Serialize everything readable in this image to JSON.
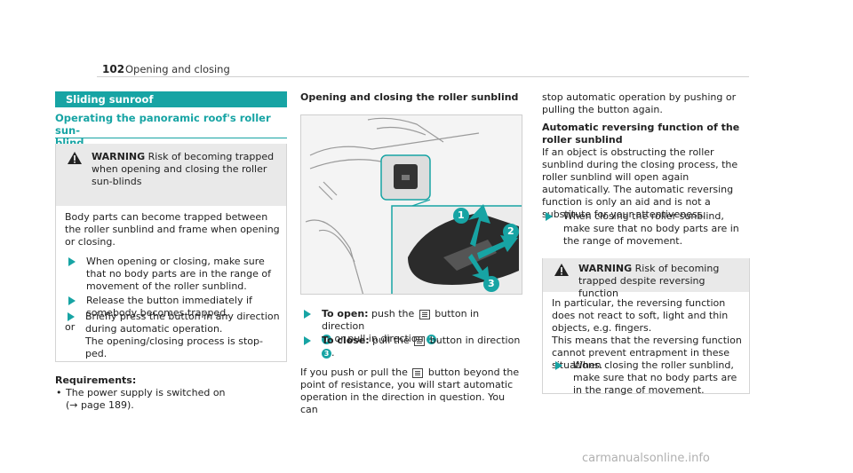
{
  "header": {
    "page_number": "102",
    "page_title": "Opening and closing"
  },
  "col1": {
    "section_bar": "Sliding sunroof",
    "subsection": "Operating the panoramic roof's roller sun-\nblind",
    "warning1": {
      "label": "WARNING",
      "title_rest": " Risk of becoming trapped when opening and closing the roller sun-blinds",
      "body": "Body parts can become trapped between the roller sunblind and frame when opening or closing.",
      "step1": "When opening or closing, make sure that no body parts are in the range of movement of the roller sunblind.",
      "step2": "Release the button immediately if somebody becomes trapped.",
      "or": "or",
      "step3": "Briefly press the button in any direction during automatic operation.",
      "step3b": "The opening/closing process is stop-ped."
    },
    "req_heading": "Requirements:",
    "req_item": "The power supply is switched on",
    "req_ref": "(→ page 189)."
  },
  "col2": {
    "heading": "Opening and closing the roller sunblind",
    "open_label": "To open:",
    "open_a": " push the ",
    "open_b": " button in direction",
    "open_c": " or pull in direction ",
    "close_label": "To close:",
    "close_a": " pull the ",
    "close_b": " button in direction",
    "p1": "If you push or pull the ",
    "p2": " button beyond the point of resistance, you will start automatic operation in the direction in question. You can",
    "callouts": [
      "1",
      "2",
      "3"
    ]
  },
  "col3": {
    "p_top": "stop automatic operation by pushing or pulling the button again.",
    "auto_heading": "Automatic reversing function of the roller sunblind",
    "auto_body": "If an object is obstructing the roller sunblind during the closing process, the roller sunblind will open again automatically. The automatic reversing function is only an aid and is not a substitute for your attentiveness.",
    "step1": "When closing the roller sunblind, make sure that no body parts are in the range of movement.",
    "warning2": {
      "label": "WARNING",
      "title_rest": " Risk of becoming trapped despite reversing function",
      "body1": "In particular, the reversing function does not react to soft, light and thin objects, e.g. fingers.",
      "body2": "This means that the reversing function cannot prevent entrapment in these situations.",
      "step": "When closing the roller sunblind, make sure that no body parts are in the range of movement."
    }
  },
  "footer": {
    "watermark": "carmanualsonline.info"
  },
  "colors": {
    "accent": "#17a4a4",
    "warn_bg": "#e9e9e9"
  }
}
